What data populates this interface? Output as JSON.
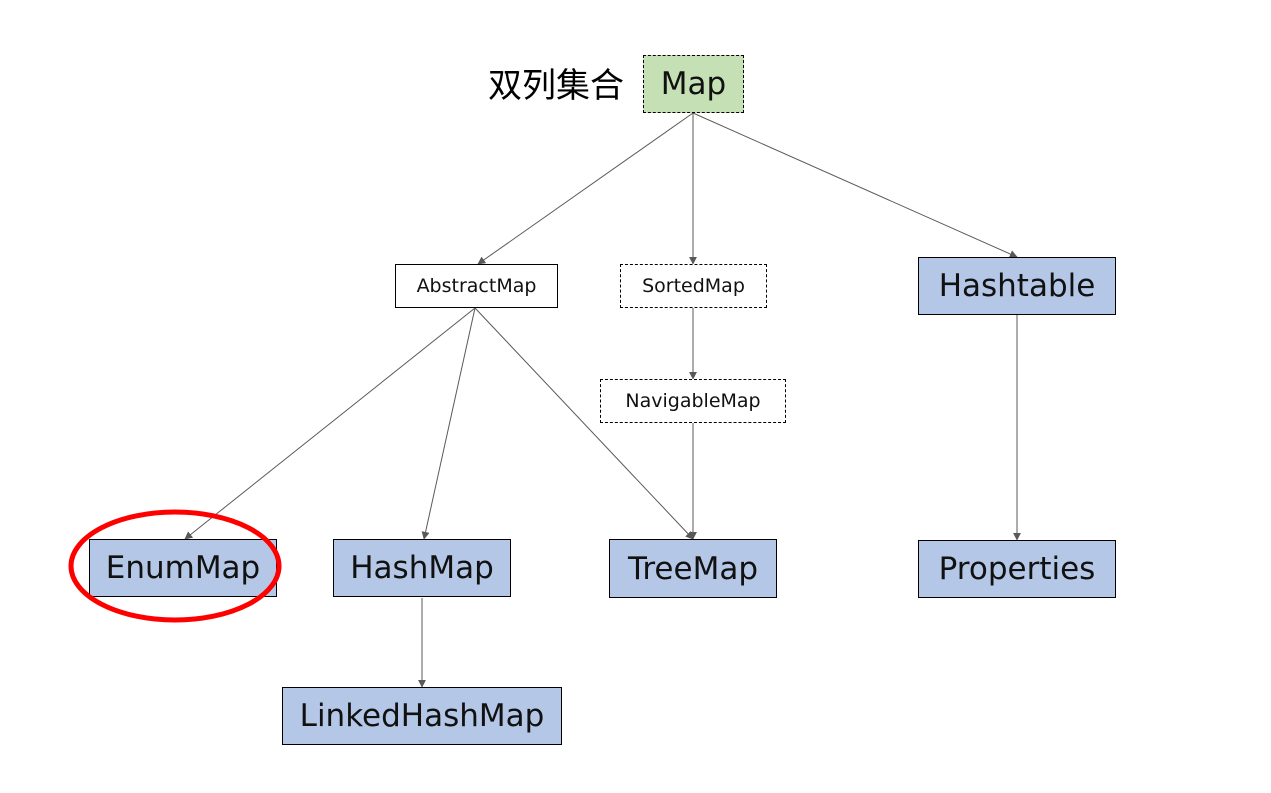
{
  "title_label": "双列集合",
  "nodes": {
    "map": "Map",
    "abstract_map": "AbstractMap",
    "sorted_map": "SortedMap",
    "navigable_map": "NavigableMap",
    "hashtable": "Hashtable",
    "enum_map": "EnumMap",
    "hash_map": "HashMap",
    "tree_map": "TreeMap",
    "properties": "Properties",
    "linked_hash_map": "LinkedHashMap"
  },
  "edges": [
    [
      "map",
      "abstract_map"
    ],
    [
      "map",
      "sorted_map"
    ],
    [
      "map",
      "hashtable"
    ],
    [
      "abstract_map",
      "enum_map"
    ],
    [
      "abstract_map",
      "hash_map"
    ],
    [
      "abstract_map",
      "tree_map"
    ],
    [
      "sorted_map",
      "navigable_map"
    ],
    [
      "navigable_map",
      "tree_map"
    ],
    [
      "hashtable",
      "properties"
    ],
    [
      "hash_map",
      "linked_hash_map"
    ]
  ],
  "highlight": {
    "node": "enum_map",
    "color": "#ff0000"
  },
  "colors": {
    "interface_fill": "#c5e0b4",
    "class_fill": "#b4c7e7",
    "edge": "#595959"
  }
}
